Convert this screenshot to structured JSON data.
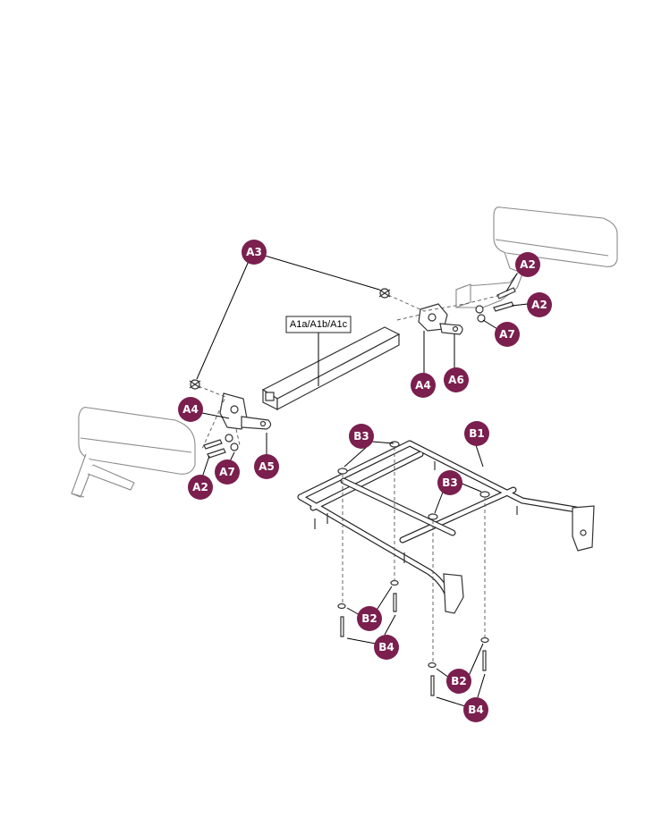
{
  "colors": {
    "callout": "#7a1f4e",
    "callout_text": "#ffffff",
    "line": "#000000"
  },
  "part_label": "A1a/A1b/A1c",
  "callouts": {
    "a3": "A3",
    "a2_upper_1": "A2",
    "a2_upper_2": "A2",
    "a7_upper": "A7",
    "a4_upper": "A4",
    "a6": "A6",
    "a4_lower": "A4",
    "a7_lower": "A7",
    "a5": "A5",
    "a2_lower": "A2",
    "b3_left": "B3",
    "b1": "B1",
    "b3_right": "B3",
    "b2_left": "B2",
    "b4_left": "B4",
    "b2_right": "B2",
    "b4_right": "B4"
  }
}
